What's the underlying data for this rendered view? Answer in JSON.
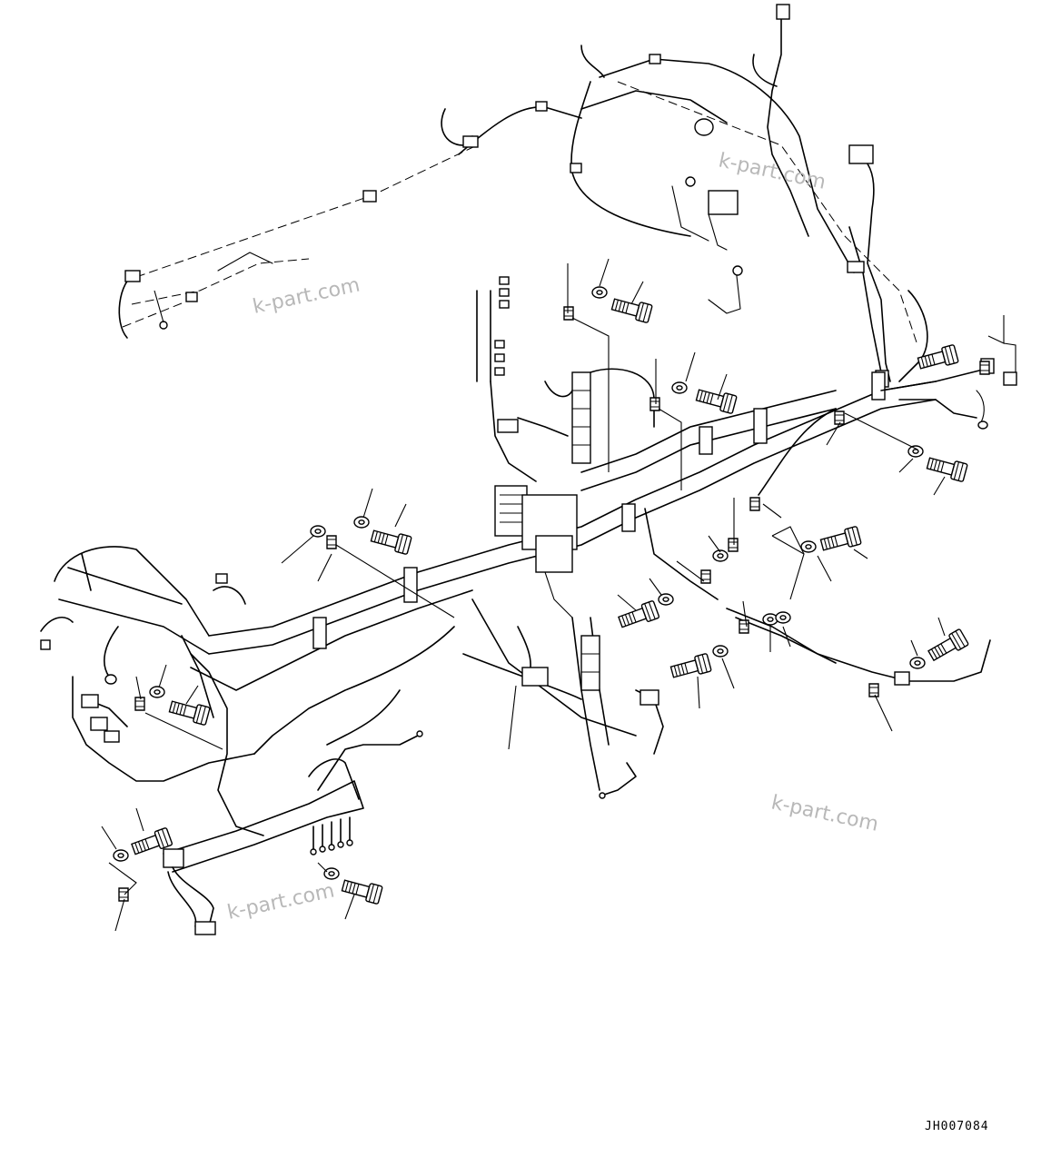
{
  "diagram": {
    "drawing_code": "JH007084",
    "watermarks": [
      "k-part.com",
      "k-part.com",
      "k-part.com",
      "k-part.com"
    ]
  }
}
